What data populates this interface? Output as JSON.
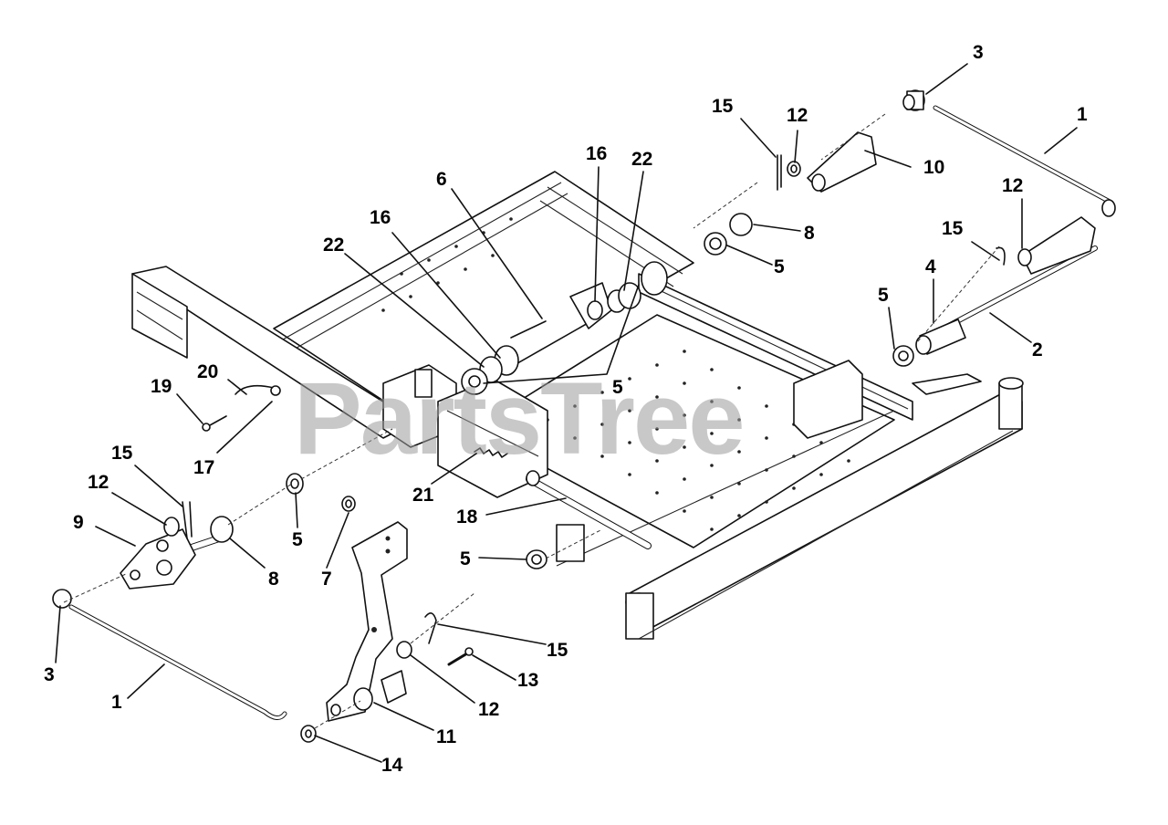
{
  "watermark": "PartsTree",
  "callouts": [
    {
      "id": "c3a",
      "text": "3"
    },
    {
      "id": "c1a",
      "text": "1"
    },
    {
      "id": "c15a",
      "text": "15"
    },
    {
      "id": "c12a",
      "text": "12"
    },
    {
      "id": "c10",
      "text": "10"
    },
    {
      "id": "c16a",
      "text": "16"
    },
    {
      "id": "c22a",
      "text": "22"
    },
    {
      "id": "c6",
      "text": "6"
    },
    {
      "id": "c12b",
      "text": "12"
    },
    {
      "id": "c15b",
      "text": "15"
    },
    {
      "id": "c8a",
      "text": "8"
    },
    {
      "id": "c5a",
      "text": "5"
    },
    {
      "id": "c4",
      "text": "4"
    },
    {
      "id": "c5b",
      "text": "5"
    },
    {
      "id": "c2",
      "text": "2"
    },
    {
      "id": "c16b",
      "text": "16"
    },
    {
      "id": "c22b",
      "text": "22"
    },
    {
      "id": "c5c",
      "text": "5"
    },
    {
      "id": "c20",
      "text": "20"
    },
    {
      "id": "c19",
      "text": "19"
    },
    {
      "id": "c17",
      "text": "17"
    },
    {
      "id": "c15c",
      "text": "15"
    },
    {
      "id": "c12c",
      "text": "12"
    },
    {
      "id": "c9",
      "text": "9"
    },
    {
      "id": "c5d",
      "text": "5"
    },
    {
      "id": "c8b",
      "text": "8"
    },
    {
      "id": "c7",
      "text": "7"
    },
    {
      "id": "c21",
      "text": "21"
    },
    {
      "id": "c18",
      "text": "18"
    },
    {
      "id": "c5e",
      "text": "5"
    },
    {
      "id": "c3b",
      "text": "3"
    },
    {
      "id": "c1b",
      "text": "1"
    },
    {
      "id": "c15d",
      "text": "15"
    },
    {
      "id": "c13",
      "text": "13"
    },
    {
      "id": "c12d",
      "text": "12"
    },
    {
      "id": "c11",
      "text": "11"
    },
    {
      "id": "c14",
      "text": "14"
    }
  ]
}
